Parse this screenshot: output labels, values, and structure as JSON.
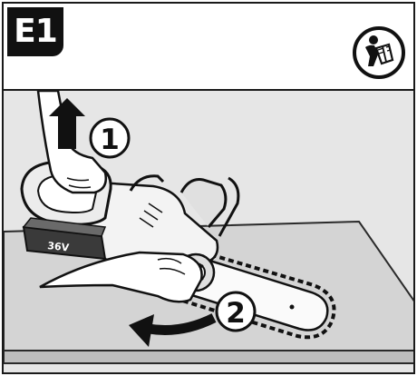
{
  "step": {
    "label": "E1"
  },
  "icons": {
    "manual": "read-manual-icon"
  },
  "steps": [
    {
      "number": "1"
    },
    {
      "number": "2"
    }
  ],
  "battery": {
    "label": "36V"
  }
}
